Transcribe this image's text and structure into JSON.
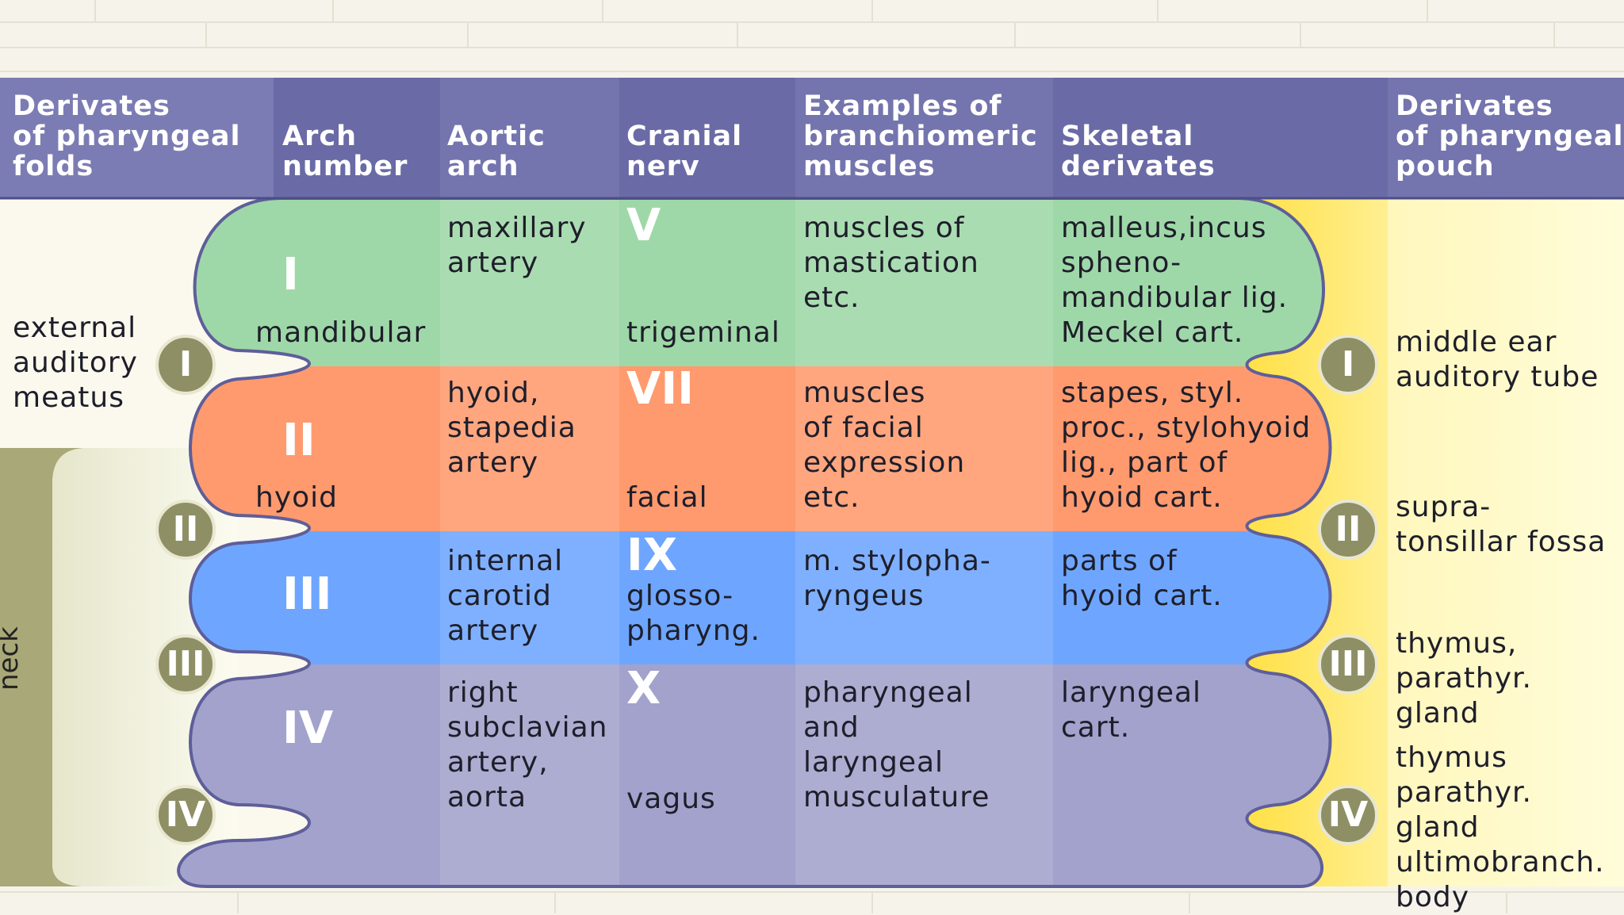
{
  "headers": {
    "folds": "Derivates\nof pharyngeal\nfolds",
    "arch_number": "Arch\nnumber",
    "aortic_arch": "Aortic\narch",
    "cranial_nerve": "Cranial\nnerv",
    "muscles": "Examples of\nbranchiomeric\nmuscles",
    "skeletal": "Skeletal\nderivates",
    "pouch": "Derivates\nof pharyngeal\npouch"
  },
  "left_side": {
    "fold_I": "external\nauditory\nmeatus",
    "neck_label": "neck"
  },
  "arches": [
    {
      "numeral": "I",
      "name": "mandibular",
      "aortic": "maxillary\nartery",
      "nerve_numeral": "V",
      "nerve_name": "trigeminal",
      "muscles": "muscles of\nmastication\netc.",
      "skeletal": "malleus,incus\nspheno-\nmandibular lig.\nMeckel cart."
    },
    {
      "numeral": "II",
      "name": "hyoid",
      "aortic": "hyoid,\nstapedia\nartery",
      "nerve_numeral": "VII",
      "nerve_name": "facial",
      "muscles": "muscles\nof facial\nexpression\netc.",
      "skeletal": "stapes, styl.\nproc., stylohyoid\nlig., part of\nhyoid cart."
    },
    {
      "numeral": "III",
      "name": "",
      "aortic": "internal\ncarotid\nartery",
      "nerve_numeral": "IX",
      "nerve_name": "glosso-\npharyng.",
      "muscles": "m. stylopha-\nryngeus",
      "skeletal": "parts of\nhyoid cart."
    },
    {
      "numeral": "IV",
      "name": "",
      "aortic": "right\nsubclavian\nartery,\naorta",
      "nerve_numeral": "X",
      "nerve_name": "vagus",
      "muscles": "pharyngeal\nand\nlaryngeal\nmusculature",
      "skeletal": "laryngeal\ncart."
    }
  ],
  "pouches": [
    {
      "numeral": "I",
      "text": "middle ear\nauditory tube"
    },
    {
      "numeral": "II",
      "text": "supra-\ntonsillar fossa"
    },
    {
      "numeral": "III",
      "text": "thymus,\nparathyr. gland"
    },
    {
      "numeral": "IV",
      "text": "thymus\nparathyr. gland\nultimobranch.\nbody"
    }
  ],
  "fold_badges": [
    "I",
    "II",
    "III",
    "IV"
  ],
  "colors": {
    "header": "#6a6aa6",
    "arch_I": "#9fd8a8",
    "arch_II": "#ff9a6e",
    "arch_III": "#6ea6ff",
    "arch_IV": "#a2a2cc",
    "pouch": "#ffe24a",
    "badge": "#8f8f66",
    "neck": "#a8a878"
  }
}
